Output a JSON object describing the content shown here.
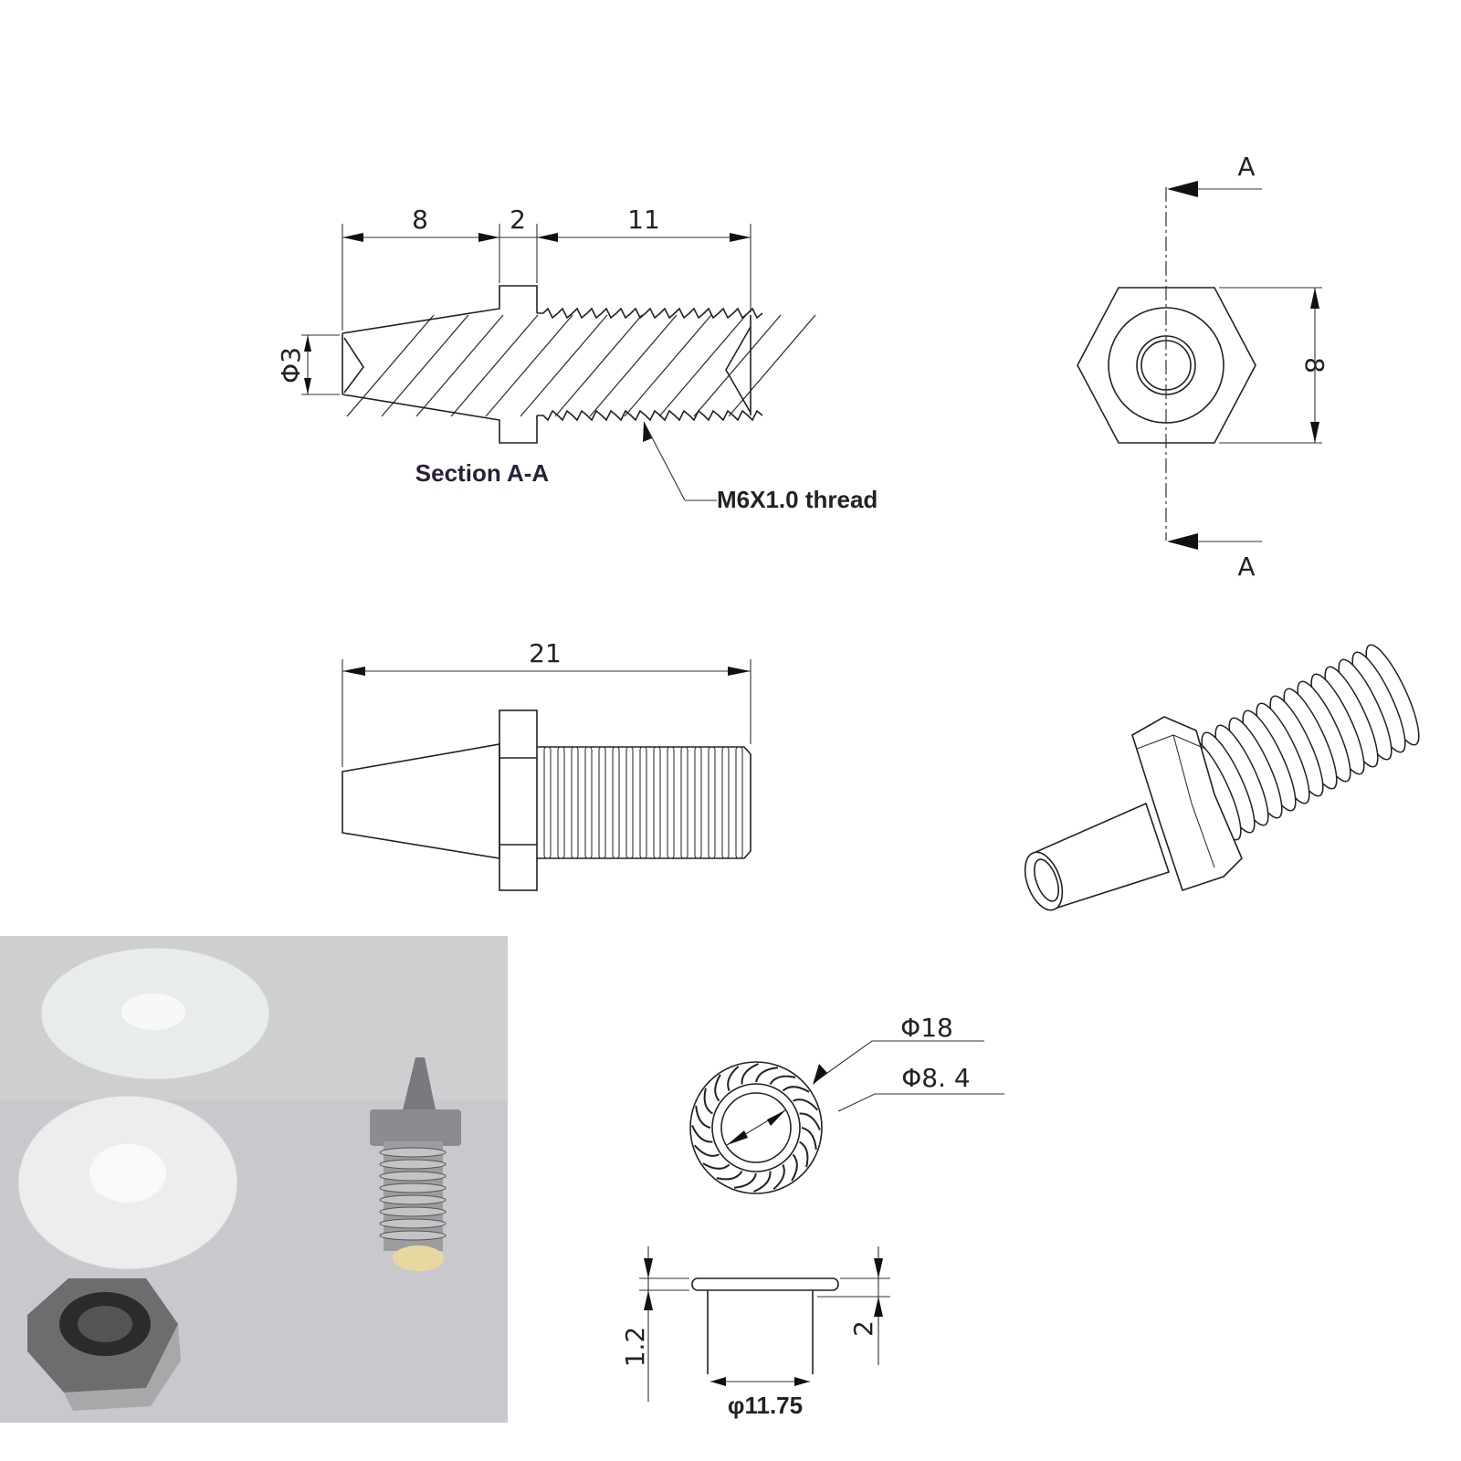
{
  "section_view": {
    "title": "Section A-A",
    "dims": {
      "cone_length": "8",
      "flange_width": "2",
      "thread_length": "11",
      "bore_diameter": "Φ3"
    },
    "thread_callout": "M6X1.0 thread"
  },
  "end_view": {
    "section_marker_top": "A",
    "section_marker_bottom": "A",
    "across_flats": "8"
  },
  "side_view": {
    "overall_length": "21"
  },
  "washer_drawing": {
    "outer_diameter": "Φ18",
    "inner_diameter": "Φ8. 4",
    "flange_thickness": "1.2",
    "total_height": "2",
    "sleeve_diameter": "φ11.75"
  },
  "colors": {
    "line": "#222222",
    "photo_background": "#c9c9cd",
    "washer": "#eef0f0",
    "metal": "#9a9a9a"
  }
}
